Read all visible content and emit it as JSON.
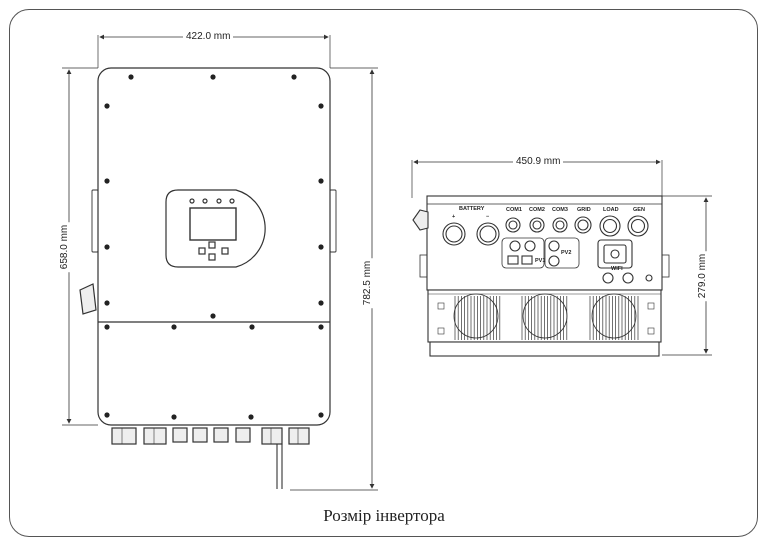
{
  "caption": "Розмір інвертора",
  "front_view": {
    "width_label": "422.0 mm",
    "body_height_label": "658.0 mm",
    "total_height_label": "782.5 mm"
  },
  "side_view": {
    "width_label": "450.9 mm",
    "height_label": "279.0 mm",
    "terminals": {
      "battery": "BATTERY",
      "plus": "+",
      "minus": "−",
      "com1": "COM1",
      "com2": "COM2",
      "com3": "COM3",
      "grid": "GRID",
      "load": "LOAD",
      "gen": "GEN",
      "pv1": "PV1",
      "pv2": "PV2",
      "wifi": "WIFI"
    }
  }
}
